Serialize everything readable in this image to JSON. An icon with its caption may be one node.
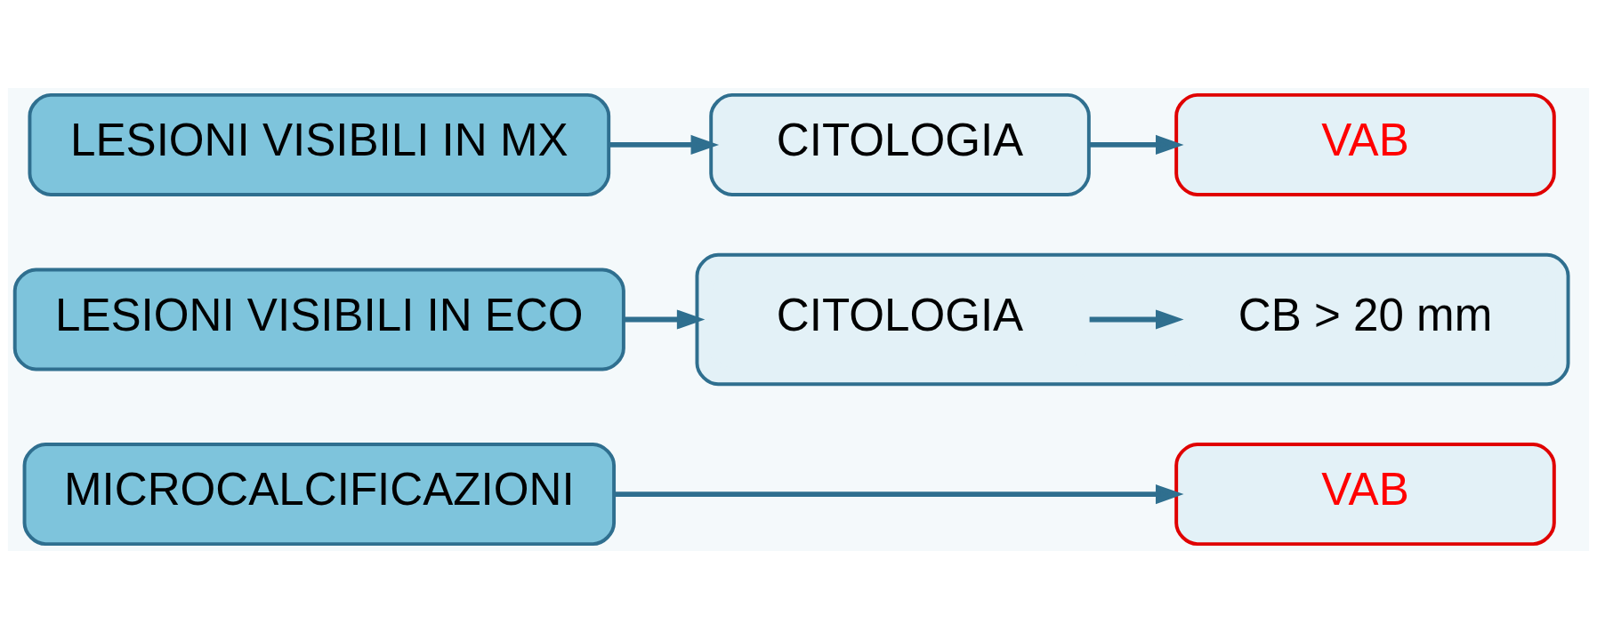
{
  "diagram": {
    "nodes": [
      {
        "text": [
          "LESIONI VISIBILI IN MX"
        ]
      },
      {
        "text": [
          "CITOLOGIA"
        ]
      },
      {
        "text": [
          "VAB"
        ]
      },
      {
        "text": [
          "LESIONI VISIBILI IN ECO"
        ]
      },
      {
        "text": [],
        "shape": "box"
      },
      {
        "text": [
          "CITOLOGIA"
        ],
        "in": 4
      },
      {
        "text": [
          "CB > 20 mm"
        ],
        "in": 4
      },
      {
        "text": [
          "MICROCALCIFICAZIONI"
        ]
      },
      {
        "text": [
          "VAB"
        ]
      }
    ],
    "edges": [
      {
        "from": 0,
        "to": 1,
        "arrow": "to"
      },
      {
        "from": 1,
        "to": 2,
        "arrow": "to"
      },
      {
        "from": 3,
        "to": 4,
        "arrow": "to"
      },
      {
        "from": 5,
        "to": 6,
        "arrow": "to"
      },
      {
        "from": 7,
        "to": 8,
        "arrow": "to"
      }
    ]
  }
}
